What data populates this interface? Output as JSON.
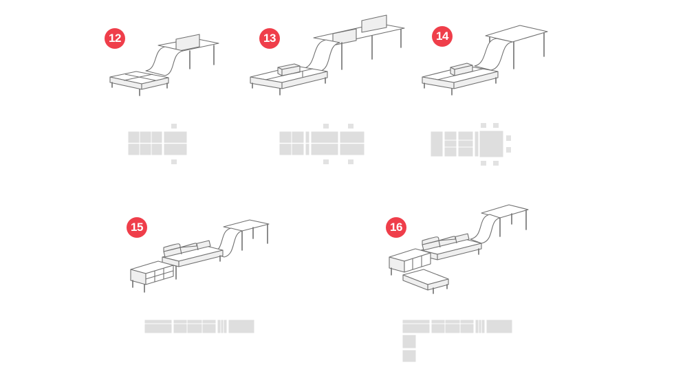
{
  "accent_color": "#ef3e4a",
  "configurations": [
    {
      "number": "12"
    },
    {
      "number": "13"
    },
    {
      "number": "14"
    },
    {
      "number": "15"
    },
    {
      "number": "16"
    }
  ]
}
